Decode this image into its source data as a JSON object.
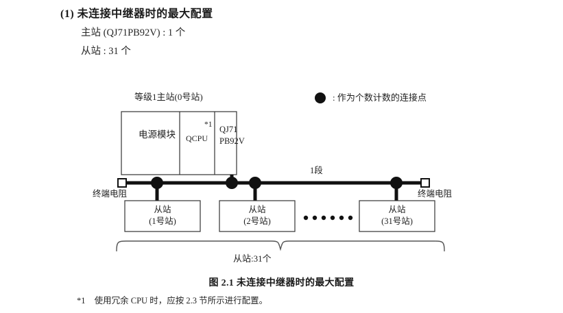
{
  "section": {
    "number": "(1)",
    "title": "未连接中继器时的最大配置",
    "lines": [
      "主站 (QJ71PB92V) : 1 个",
      "从站 : 31 个"
    ]
  },
  "legend": {
    "marker": "filled-circle",
    "text": ": 作为个数计数的连接点"
  },
  "diagram": {
    "master": {
      "label": "等级1主站(0号站)",
      "modules": [
        {
          "name": "power-supply-module",
          "text": "电源模块"
        },
        {
          "name": "qcpu-module",
          "text": "QCPU",
          "footnote_mark": "*1"
        },
        {
          "name": "pb92v-module",
          "line1": "QJ71",
          "line2": "PB92V"
        }
      ]
    },
    "bus": {
      "segment_label": "1段",
      "terminator_left": "终端电阻",
      "terminator_right": "终端电阻",
      "ellipsis": "••••••"
    },
    "slaves": [
      {
        "line1": "从站",
        "line2": "(1号站)"
      },
      {
        "line1": "从站",
        "line2": "(2号站)"
      },
      {
        "line1": "从站",
        "line2": "(31号站)"
      }
    ],
    "brace_label": "从站:31个"
  },
  "caption": "图 2.1  未连接中继器时的最大配置",
  "footnote": {
    "mark": "*1",
    "text": "使用冗余 CPU 时，应按 2.3 节所示进行配置。"
  },
  "colors": {
    "ink": "#1a1a1a",
    "line": "#111111",
    "paper": "#ffffff"
  }
}
